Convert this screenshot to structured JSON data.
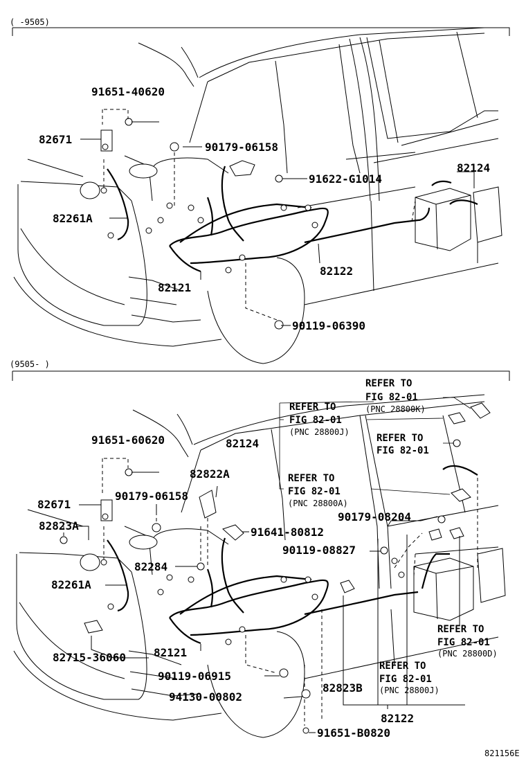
{
  "sections": [
    {
      "range": "(      -9505)"
    },
    {
      "range": "(9505-      )"
    }
  ],
  "top_labels": {
    "p91651_40620": "91651-40620",
    "p82671": "82671",
    "p90179_06158": "90179-06158",
    "p91622_G1014": "91622-G1014",
    "p82124": "82124",
    "p82261A": "82261A",
    "p82122": "82122",
    "p82121": "82121",
    "p90119_06390": "90119-06390"
  },
  "bottom_labels": {
    "p91651_60620": "91651-60620",
    "p82124": "82124",
    "p82822A": "82822A",
    "p82671": "82671",
    "p90179_06158": "90179-06158",
    "p82823A": "82823A",
    "p91641_80812": "91641-80812",
    "p90179_08204": "90179-08204",
    "p90119_08827": "90119-08827",
    "p82284": "82284",
    "p82261A": "82261A",
    "p82715_36060": "82715-36060",
    "p82121": "82121",
    "p90119_06915": "90119-06915",
    "p82823B": "82823B",
    "p94130_00802": "94130-00802",
    "p82122": "82122",
    "p91651_B0820": "91651-B0820"
  },
  "refs": {
    "r1": {
      "line1": "REFER TO",
      "line2": "FIG 82-01",
      "line3": "(PNC 28800K)"
    },
    "r2": {
      "line1": "REFER TO",
      "line2": "FIG 82-01",
      "line3": "(PNC 28800J)"
    },
    "r3": {
      "line1": "REFER TO",
      "line2": "FIG 82-01",
      "line3": ""
    },
    "r4": {
      "line1": "REFER TO",
      "line2": "FIG 82-01",
      "line3": "(PNC 28800A)"
    },
    "r5": {
      "line1": "REFER TO",
      "line2": "FIG 82-01",
      "line3": "(PNC 28800D)"
    },
    "r6": {
      "line1": "REFER TO",
      "line2": "FIG 82-01",
      "line3": "(PNC 28800J)"
    }
  },
  "figure_id": "821156E"
}
